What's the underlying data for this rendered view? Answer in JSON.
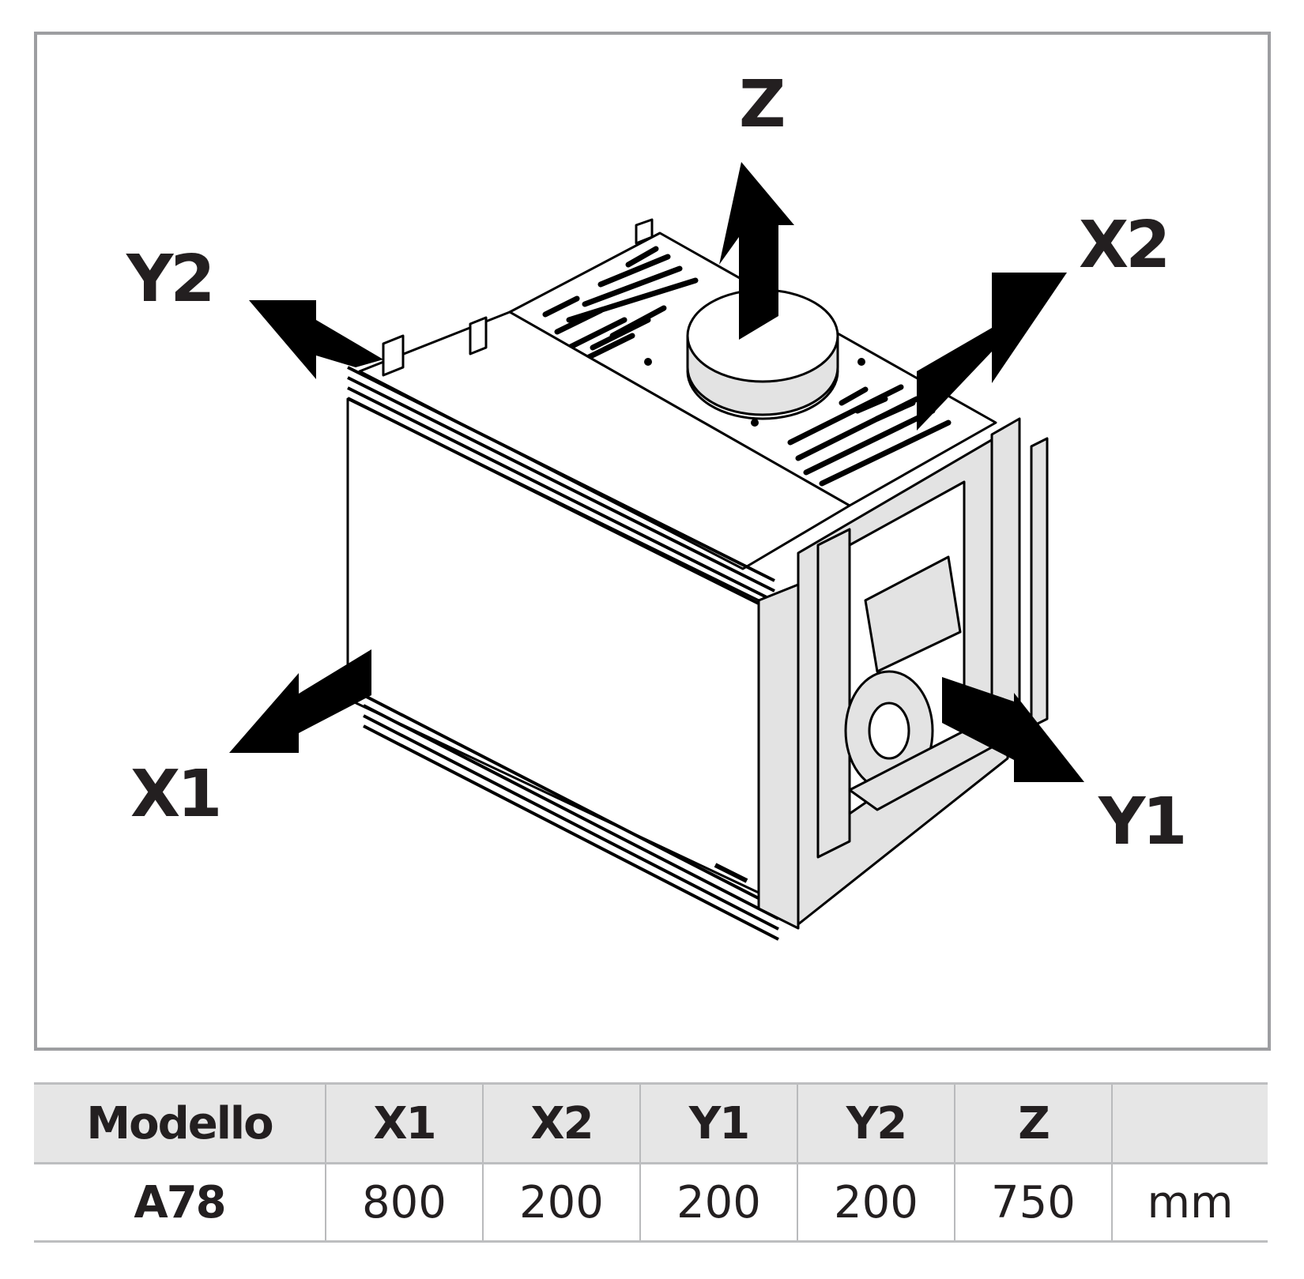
{
  "diagram": {
    "subject": "fireplace insert clearance distances",
    "axis_labels": {
      "z": "Z",
      "x2": "X2",
      "y2": "Y2",
      "x1": "X1",
      "y1": "Y1"
    },
    "colors": {
      "frame_border": "#9d9ea1",
      "ink": "#231f20",
      "arrow": "#000000",
      "panel_fill": "#e3e3e3",
      "table_header_bg": "#e6e6e6",
      "table_border": "#bdbec0"
    }
  },
  "table": {
    "headers": [
      "Modello",
      "X1",
      "X2",
      "Y1",
      "Y2",
      "Z",
      ""
    ],
    "rows": [
      {
        "model": "A78",
        "x1": "800",
        "x2": "200",
        "y1": "200",
        "y2": "200",
        "z": "750",
        "unit": "mm"
      }
    ]
  }
}
